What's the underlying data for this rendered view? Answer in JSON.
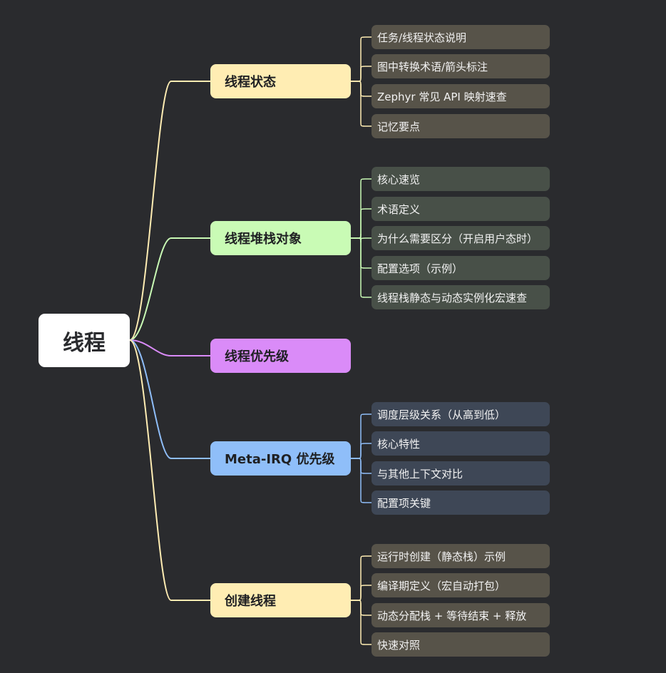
{
  "root": {
    "label": "线程"
  },
  "branches": [
    {
      "label": "线程状态",
      "color": "#ffedb3",
      "leaf_color": "#575349",
      "children": [
        "任务/线程状态说明",
        "图中转换术语/箭头标注",
        "Zephyr 常见 API 映射速查",
        "记忆要点"
      ]
    },
    {
      "label": "线程堆栈对象",
      "color": "#c9fbb5",
      "leaf_color": "#485048",
      "children": [
        "核心速览",
        "术语定义",
        "为什么需要区分（开启用户态时）",
        "配置选项（示例）",
        "线程栈静态与动态实例化宏速查"
      ]
    },
    {
      "label": "线程优先级",
      "color": "#da8bf8",
      "leaf_color": "#4a3f52",
      "children": []
    },
    {
      "label": "Meta-IRQ 优先级",
      "color": "#8fbef9",
      "leaf_color": "#3e4756",
      "children": [
        "调度层级关系（从高到低）",
        "核心特性",
        "与其他上下文对比",
        "配置项关键"
      ]
    },
    {
      "label": "创建线程",
      "color": "#ffedb3",
      "leaf_color": "#575349",
      "children": [
        "运行时创建（静态栈）示例",
        "编译期定义（宏自动打包）",
        "动态分配栈 + 等待结束 + 释放",
        "快速对照"
      ]
    }
  ]
}
